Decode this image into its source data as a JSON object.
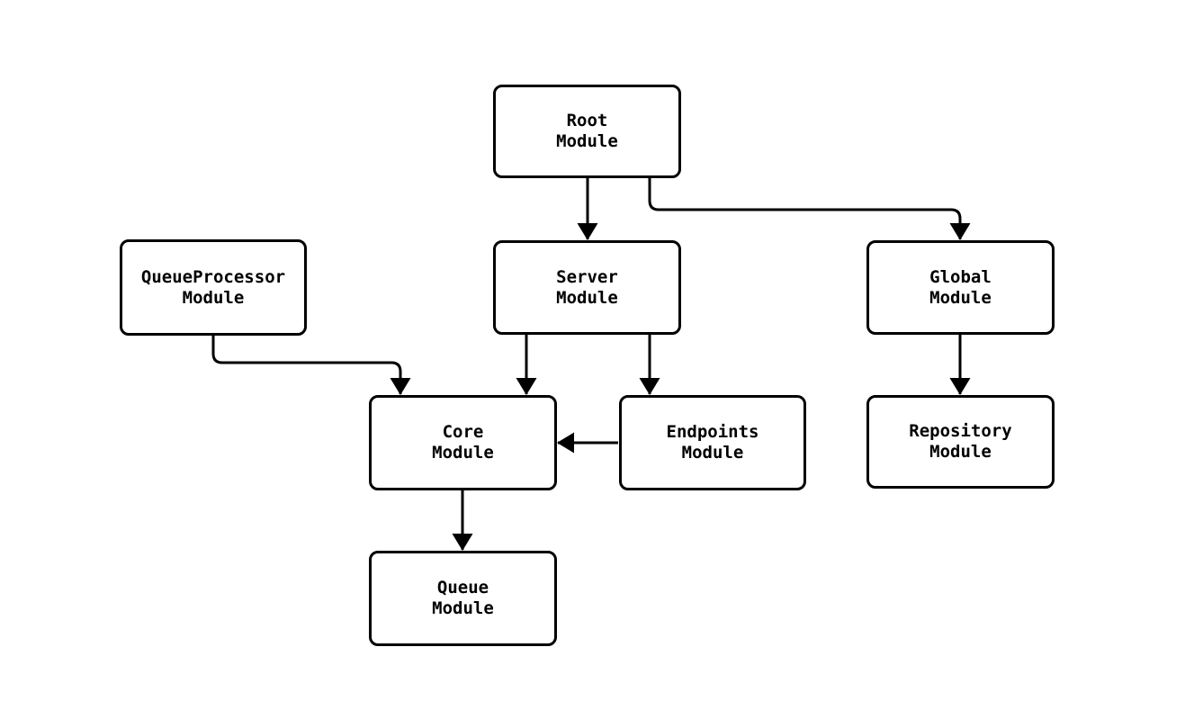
{
  "diagram": {
    "type": "flowchart",
    "direction": "top-down",
    "colors": {
      "background": "#ffffff",
      "node_fill": "#ffffff",
      "node_border": "#000000",
      "edge": "#000000",
      "text": "#000000"
    },
    "nodes": {
      "root": {
        "label": "Root\nModule"
      },
      "queue_processor": {
        "label": "QueueProcessor\nModule"
      },
      "server": {
        "label": "Server\nModule"
      },
      "global": {
        "label": "Global\nModule"
      },
      "core": {
        "label": "Core\nModule"
      },
      "endpoints": {
        "label": "Endpoints\nModule"
      },
      "repository": {
        "label": "Repository\nModule"
      },
      "queue": {
        "label": "Queue\nModule"
      }
    },
    "edges": [
      {
        "from": "Root Module",
        "to": "Server Module"
      },
      {
        "from": "Root Module",
        "to": "Global Module"
      },
      {
        "from": "QueueProcessor Module",
        "to": "Core Module"
      },
      {
        "from": "Server Module",
        "to": "Core Module"
      },
      {
        "from": "Server Module",
        "to": "Endpoints Module"
      },
      {
        "from": "Endpoints Module",
        "to": "Core Module"
      },
      {
        "from": "Global Module",
        "to": "Repository Module"
      },
      {
        "from": "Core Module",
        "to": "Queue Module"
      }
    ]
  }
}
